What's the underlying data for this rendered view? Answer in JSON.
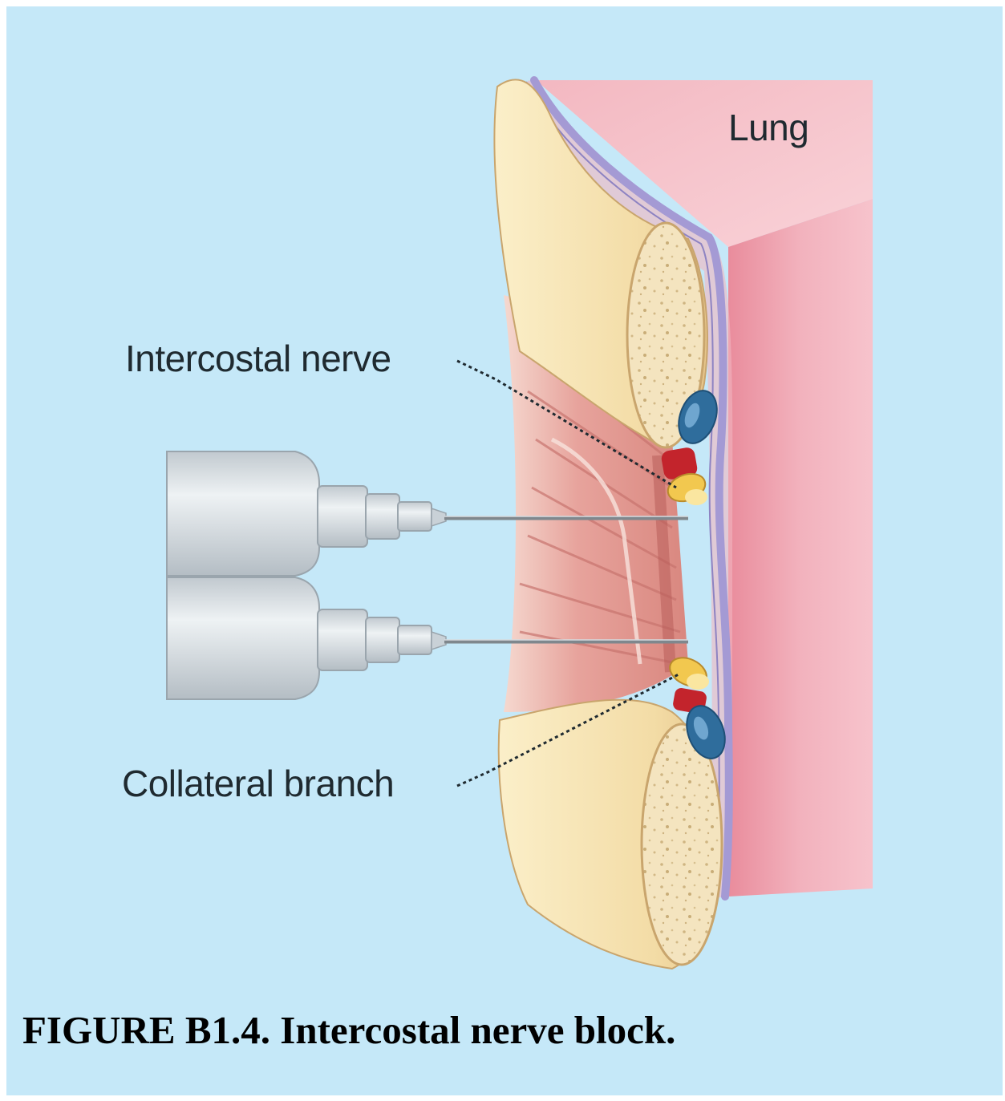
{
  "labels": {
    "lung": "Lung",
    "intercostal_nerve": "Intercostal nerve",
    "collateral_branch": "Collateral branch"
  },
  "caption": "FIGURE B1.4. Intercostal nerve block.",
  "colors": {
    "background": "#c5e8f8",
    "lung": "#efa9b6",
    "rib": "#f6e3b4",
    "muscle": "#e5a49e",
    "pleura": "#a49ad4",
    "vein": "#2f6d9c",
    "artery": "#c3242c",
    "nerve": "#f2c84f",
    "syringe": "#d5dde2"
  }
}
